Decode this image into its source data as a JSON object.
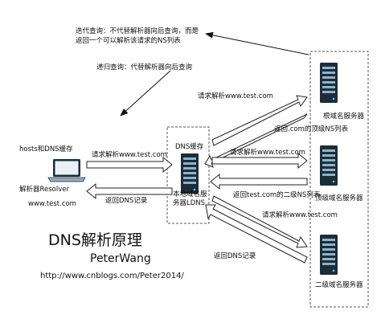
{
  "labels": {
    "iterative_note_line1": "迭代查询：不代替解析器向后查询，而是",
    "iterative_note_line2": "返回一个可以解析该请求的NS列表",
    "recursive_note": "递归查询：代替解析器向后查询",
    "request_root": "请求解析www.test.com",
    "return_com_ns": "返回.com的顶级NS列表",
    "hosts_cache": "hosts和DNS缓存",
    "request_from_client": "请求解析www.test.com",
    "dns_cache": "DNS缓存",
    "request_tld": "请求解析www.test.com",
    "return_test_ns": "返回test.com的二级NS列表",
    "resolver": "解析器Resolver",
    "return_dns_record": "返回DNS记录",
    "ldns_line1": "本地域名服",
    "ldns_line2": "务器LDNS",
    "client_domain": "www.test.com",
    "request_second": "请求解析www.test.com",
    "return_dns_record_2": "返回DNS记录",
    "root_server": "根域名服务器",
    "tld_server": "顶级域名服务器",
    "second_server": "二级域名服务器",
    "title": "DNS解析原理",
    "author": "PeterWang",
    "url": "http://www.cnblogs.com/Peter2014/"
  },
  "colors": {
    "server_dark": "#1c2d3a",
    "server_bar": "#8fb3c8",
    "server_led": "#5cc1f0",
    "arrow_fill": "#ffffff",
    "arrow_stroke": "#222222",
    "dashed_box": "#555555"
  }
}
